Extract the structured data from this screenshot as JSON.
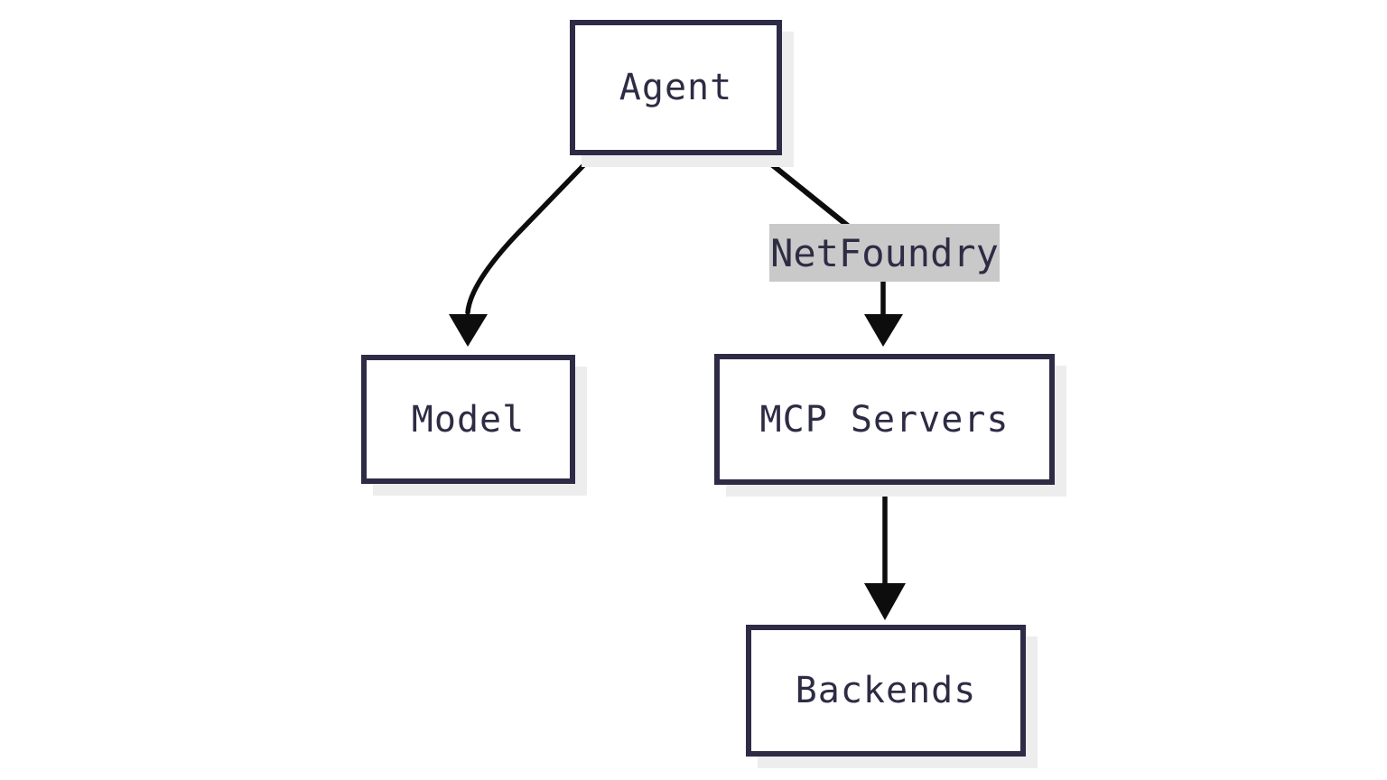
{
  "diagram": {
    "type": "flowchart",
    "direction": "top-down",
    "background": "#ffffff",
    "colors": {
      "node_fill": "#ffffff",
      "node_border": "#2d2b45",
      "node_text": "#2e2c44",
      "arrow": "#0d0d0d",
      "edge_label_bg": "#c9c9c9",
      "edge_label_text": "#2e2c44",
      "shadow": "#ededed"
    },
    "nodes": {
      "agent": {
        "label": "Agent"
      },
      "model": {
        "label": "Model"
      },
      "mcp_servers": {
        "label": "MCP Servers"
      },
      "backends": {
        "label": "Backends"
      }
    },
    "edges": [
      {
        "from": "Agent",
        "to": "Model",
        "label": ""
      },
      {
        "from": "Agent",
        "to": "MCP Servers",
        "label": "NetFoundry"
      },
      {
        "from": "MCP Servers",
        "to": "Backends",
        "label": ""
      }
    ]
  }
}
